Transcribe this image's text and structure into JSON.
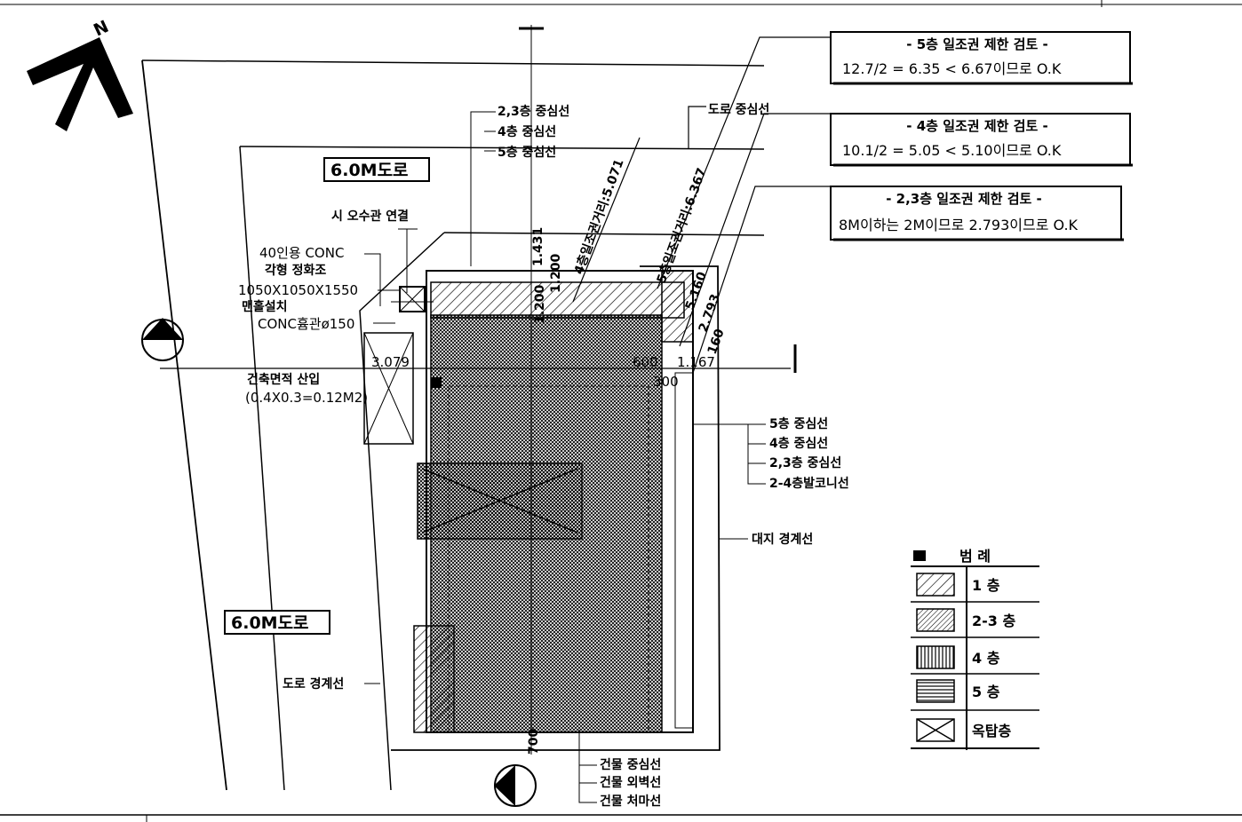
{
  "north": "N",
  "roads": {
    "top_tag": "6.0M도로",
    "left_tag": "6.0M도로",
    "boundary": "도로 경계선",
    "centerline": "도로 중심선"
  },
  "site_boundary": "대지 경계선",
  "septic": {
    "connection": "시 오수관 연결",
    "line1": "40인용 CONC",
    "line2": "각형 정화조",
    "line3": "1050X1050X1550",
    "line4": "맨홀설치",
    "pipe": "CONC흄관ø150"
  },
  "area_insert": {
    "line1": "건축면적 산입",
    "line2": "(0.4X0.3=0.12M2)"
  },
  "top_centerlines": [
    "2,3층 중심선",
    "4층 중심선",
    "5층 중심선"
  ],
  "right_centerlines": [
    "5층 중심선",
    "4층 중심선",
    "2,3층 중심선",
    "2-4층발코니선"
  ],
  "bottom_lines": [
    "건물 중심선",
    "건물 외벽선",
    "건물 처마선"
  ],
  "dimensions": {
    "d1": "1.431",
    "d2": "1.200",
    "d3": "1.200",
    "d4": "3.079",
    "d5": "600",
    "d6": "1.167",
    "d7": "300",
    "d8": "5.160",
    "d9": "2.793",
    "d10": "160",
    "d11": "700",
    "dist5": "5층일조권거리:6.367",
    "dist4": "4층일조권거리:5.071"
  },
  "checks": [
    {
      "title": "- 5층 일조권 제한 검토 -",
      "line": "12.7/2  =  6.35  <  6.67이므로  O.K"
    },
    {
      "title": "- 4층 일조권 제한 검토 -",
      "line": "10.1/2  =  5.05  <  5.10이므로  O.K"
    },
    {
      "title": "- 2,3층 일조권 제한 검토 -",
      "line": "8M이하는  2M이므로  2.793이므로  O.K"
    }
  ],
  "legend": {
    "title": "범   례",
    "items": [
      {
        "label": "1   층",
        "pattern": "diag"
      },
      {
        "label": "2-3 층",
        "pattern": "diag-dense"
      },
      {
        "label": "4   층",
        "pattern": "vert"
      },
      {
        "label": "5   층",
        "pattern": "horiz"
      },
      {
        "label": "옥탑층",
        "pattern": "cross"
      }
    ]
  }
}
